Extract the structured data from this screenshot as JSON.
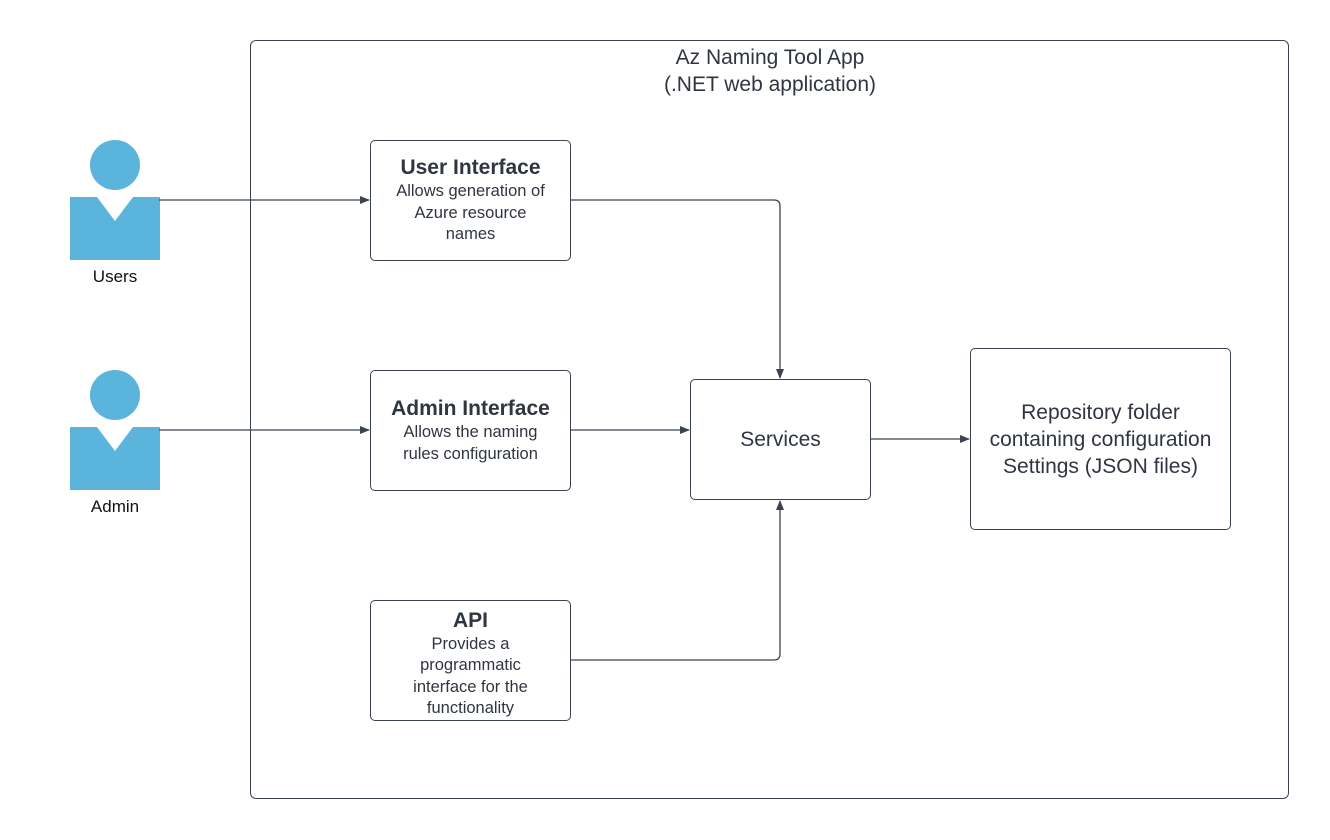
{
  "container": {
    "title_line1": "Az Naming Tool App",
    "title_line2": "(.NET web application)"
  },
  "actors": {
    "users": "Users",
    "admin": "Admin"
  },
  "boxes": {
    "user_interface": {
      "title": "User Interface",
      "desc_lines": [
        "Allows generation of",
        "Azure resource",
        "names"
      ]
    },
    "admin_interface": {
      "title": "Admin Interface",
      "desc_lines": [
        "Allows the naming",
        "rules configuration"
      ]
    },
    "api": {
      "title": "API",
      "desc_lines": [
        "Provides a",
        "programmatic",
        "interface for the",
        "functionality"
      ]
    },
    "services": {
      "label": "Services"
    },
    "repository": {
      "lines": [
        "Repository folder",
        "containing configuration",
        "Settings (JSON files)"
      ]
    }
  },
  "colors": {
    "actor": "#5ab4db",
    "stroke": "#3c4350",
    "text": "#2f3640"
  }
}
